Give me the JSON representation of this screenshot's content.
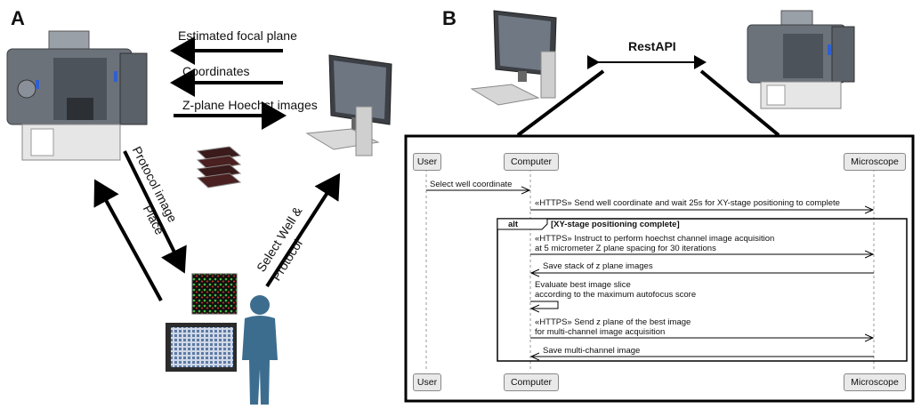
{
  "panels": {
    "a": "A",
    "b": "B"
  },
  "panel_a": {
    "arrow_estimated_focal_plane": "Estimated focal plane",
    "arrow_coordinates": "Coordinates",
    "arrow_zplane_images": "Z-plane Hoechst images",
    "protocol_image": "Protocol image",
    "place": "Place",
    "select_well_line1": "Select Well &",
    "select_well_line2": "Protocol"
  },
  "panel_b": {
    "restapi": "RestAPI",
    "actors": {
      "user": "User",
      "computer": "Computer",
      "microscope": "Microscope"
    },
    "messages": {
      "select_well": "Select well coordinate",
      "send_well": "«HTTPS» Send well coordinate and wait 25s for XY-stage positioning to complete",
      "alt_label": "alt",
      "alt_condition": "[XY-stage positioning complete]",
      "instruct_line1": "«HTTPS» Instruct to perform hoechst channel image acquisition",
      "instruct_line2": "at 5 micrometer Z plane spacing for 30 iterations",
      "save_stack": "Save stack of z plane images",
      "evaluate_line1": "Evaluate best image slice",
      "evaluate_line2": "according to the maximum autofocus score",
      "send_z_line1": "«HTTPS» Send z plane of the best image",
      "send_z_line2": "for multi-channel image acquisition",
      "save_multi": "Save multi-channel image"
    }
  }
}
